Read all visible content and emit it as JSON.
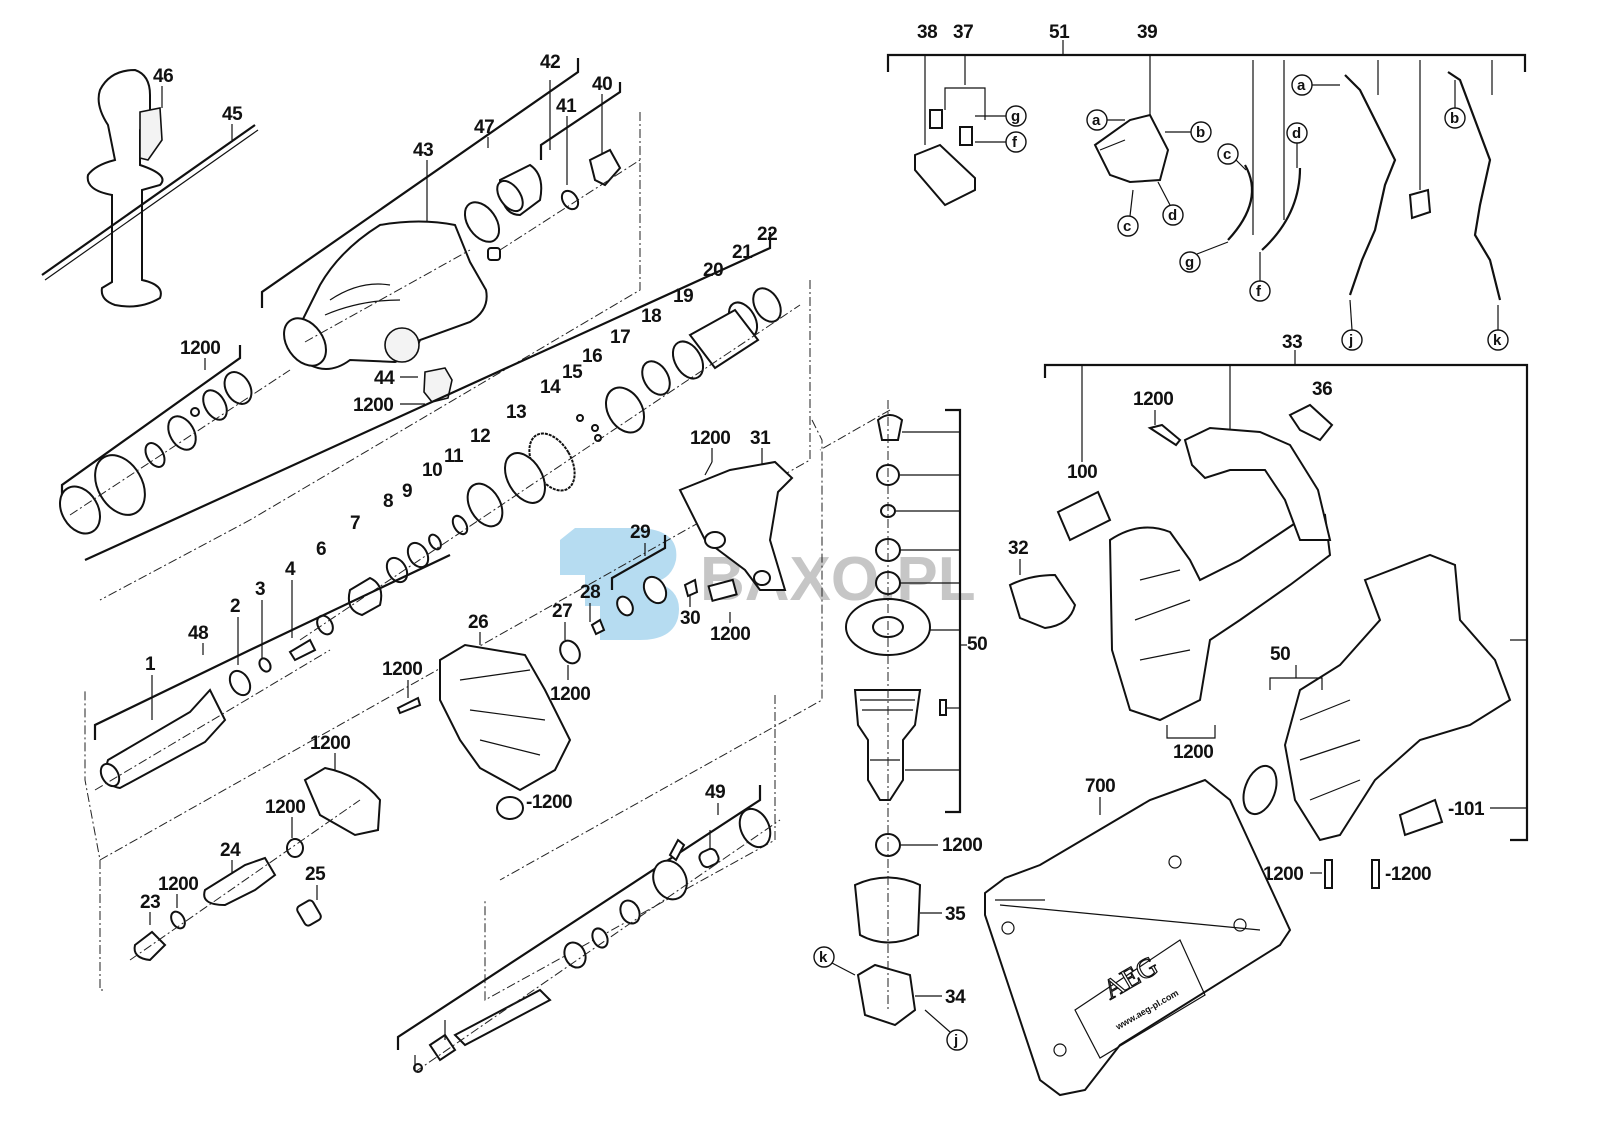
{
  "diagram": {
    "type": "exploded-parts-diagram",
    "brand_on_case": "AEG",
    "case_url": "www.aeg-pl.com",
    "watermark": {
      "logo_letter": "B",
      "text": "BAXO.PL"
    },
    "part_labels": [
      {
        "id": "p46",
        "text": "46"
      },
      {
        "id": "p45",
        "text": "45"
      },
      {
        "id": "p42",
        "text": "42"
      },
      {
        "id": "p40",
        "text": "40"
      },
      {
        "id": "p47",
        "text": "47"
      },
      {
        "id": "p41",
        "text": "41"
      },
      {
        "id": "p43",
        "text": "43"
      },
      {
        "id": "p1200a",
        "text": "1200"
      },
      {
        "id": "p44",
        "text": "44"
      },
      {
        "id": "p1200b",
        "text": "1200"
      },
      {
        "id": "p22",
        "text": "22"
      },
      {
        "id": "p21",
        "text": "21"
      },
      {
        "id": "p20",
        "text": "20"
      },
      {
        "id": "p19",
        "text": "19"
      },
      {
        "id": "p18",
        "text": "18"
      },
      {
        "id": "p17",
        "text": "17"
      },
      {
        "id": "p16",
        "text": "16"
      },
      {
        "id": "p15",
        "text": "15"
      },
      {
        "id": "p14",
        "text": "14"
      },
      {
        "id": "p13",
        "text": "13"
      },
      {
        "id": "p12",
        "text": "12"
      },
      {
        "id": "p11",
        "text": "11"
      },
      {
        "id": "p10",
        "text": "10"
      },
      {
        "id": "p9",
        "text": "9"
      },
      {
        "id": "p8",
        "text": "8"
      },
      {
        "id": "p7",
        "text": "7"
      },
      {
        "id": "p6",
        "text": "6"
      },
      {
        "id": "p4",
        "text": "4"
      },
      {
        "id": "p3",
        "text": "3"
      },
      {
        "id": "p2",
        "text": "2"
      },
      {
        "id": "p48",
        "text": "48"
      },
      {
        "id": "p1",
        "text": "1"
      },
      {
        "id": "p1200c",
        "text": "1200"
      },
      {
        "id": "p31",
        "text": "31"
      },
      {
        "id": "p29",
        "text": "29"
      },
      {
        "id": "p28",
        "text": "28"
      },
      {
        "id": "p27",
        "text": "27"
      },
      {
        "id": "p30",
        "text": "30"
      },
      {
        "id": "p1200d",
        "text": "1200"
      },
      {
        "id": "p26",
        "text": "26"
      },
      {
        "id": "p1200e",
        "text": "1200"
      },
      {
        "id": "p1200f",
        "text": "1200"
      },
      {
        "id": "p1200g",
        "text": "1200"
      },
      {
        "id": "p1200h",
        "text": "-1200"
      },
      {
        "id": "p1200i",
        "text": "1200"
      },
      {
        "id": "p24",
        "text": "24"
      },
      {
        "id": "p25",
        "text": "25"
      },
      {
        "id": "p1200j",
        "text": "1200"
      },
      {
        "id": "p23",
        "text": "23"
      },
      {
        "id": "p49",
        "text": "49"
      },
      {
        "id": "p38",
        "text": "38"
      },
      {
        "id": "p37",
        "text": "37"
      },
      {
        "id": "p51",
        "text": "51"
      },
      {
        "id": "p39",
        "text": "39"
      },
      {
        "id": "p33",
        "text": "33"
      },
      {
        "id": "p1200k",
        "text": "1200"
      },
      {
        "id": "p36",
        "text": "36"
      },
      {
        "id": "p100",
        "text": "100"
      },
      {
        "id": "p32",
        "text": "32"
      },
      {
        "id": "p50",
        "text": "50"
      },
      {
        "id": "p1200l",
        "text": "1200"
      },
      {
        "id": "p1200m",
        "text": "1200"
      },
      {
        "id": "p700",
        "text": "700"
      },
      {
        "id": "p1200n",
        "text": "1200"
      },
      {
        "id": "p35",
        "text": "35"
      },
      {
        "id": "p34",
        "text": "34"
      },
      {
        "id": "p101",
        "text": "-101"
      },
      {
        "id": "p1200o",
        "text": "1200"
      },
      {
        "id": "p1200p",
        "text": "-1200"
      }
    ],
    "connector_labels": [
      "a",
      "b",
      "c",
      "d",
      "f",
      "g",
      "j",
      "k"
    ]
  }
}
